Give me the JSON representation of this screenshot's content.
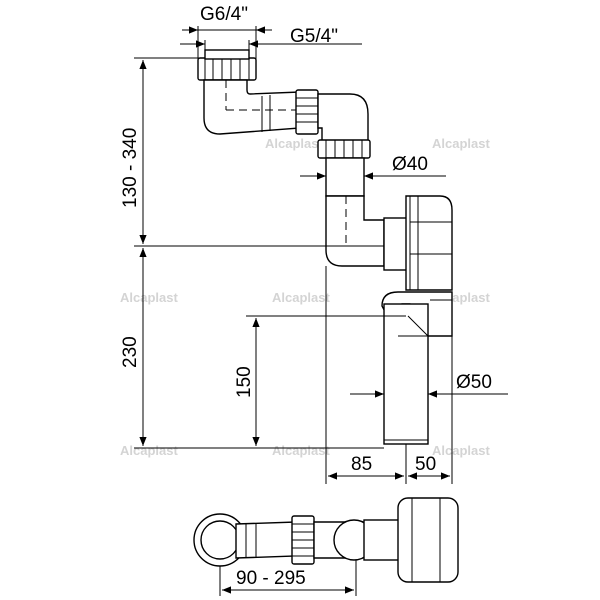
{
  "dimensions": {
    "thread_outer": "G6/4\"",
    "thread_inner": "G5/4\"",
    "height_adjust": "130 - 340",
    "diameter_top": "Ø40",
    "height_total": "230",
    "height_outlet": "150",
    "diameter_outlet": "Ø50",
    "offset_85": "85",
    "offset_50": "50",
    "length_adjust": "90 - 295"
  },
  "watermark": "Alcaplast"
}
